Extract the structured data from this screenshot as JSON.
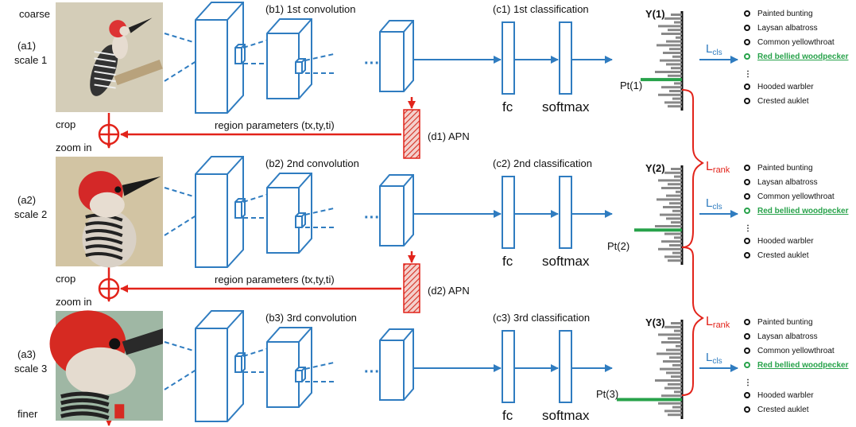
{
  "labels": {
    "coarse": "coarse",
    "finer": "finer",
    "crop": "crop",
    "zoom_in": "zoom in",
    "region_params": "region parameters (tx,ty,ti)",
    "fc": "fc",
    "softmax": "softmax",
    "l_cls": "Lcls",
    "l_rank": "Lrank"
  },
  "scales": [
    {
      "id_label": "(a1)",
      "scale_label": "scale 1",
      "conv_label": "(b1) 1st convolution",
      "class_label": "(c1) 1st classification",
      "apn_label": "(d1) APN",
      "y_label": "Y(1)",
      "p_label": "Pt(1)"
    },
    {
      "id_label": "(a2)",
      "scale_label": "scale 2",
      "conv_label": "(b2) 2nd convolution",
      "class_label": "(c2) 2nd classification",
      "apn_label": "(d2) APN",
      "y_label": "Y(2)",
      "p_label": "Pt(2)"
    },
    {
      "id_label": "(a3)",
      "scale_label": "scale 3",
      "conv_label": "(b3) 3rd convolution",
      "class_label": "(c3) 3rd classification",
      "y_label": "Y(3)",
      "p_label": "Pt(3)"
    }
  ],
  "classes": [
    "Painted bunting",
    "Laysan albatross",
    "Common yellowthroat",
    "Red bellied woodpecker",
    "Hooded warbler",
    "Crested auklet"
  ],
  "highlight_class": "Red bellied woodpecker",
  "colors": {
    "blue": "#2f7cc0",
    "red": "#e2231a",
    "green": "#27a24a"
  }
}
